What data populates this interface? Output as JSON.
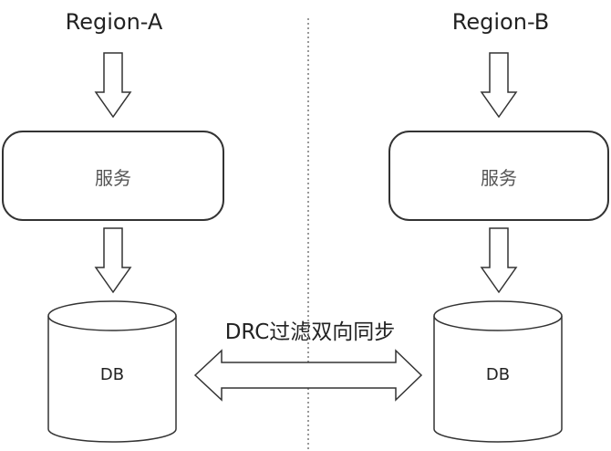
{
  "diagram": {
    "divider_style": "dotted",
    "regions": [
      {
        "title": "Region-A",
        "service_label": "服务",
        "db_label": "DB"
      },
      {
        "title": "Region-B",
        "service_label": "服务",
        "db_label": "DB"
      }
    ],
    "sync_label": "DRC过滤双向同步",
    "colors": {
      "stroke": "#333333",
      "text": "#222222",
      "service_text": "#555555",
      "divider": "#999999"
    }
  }
}
